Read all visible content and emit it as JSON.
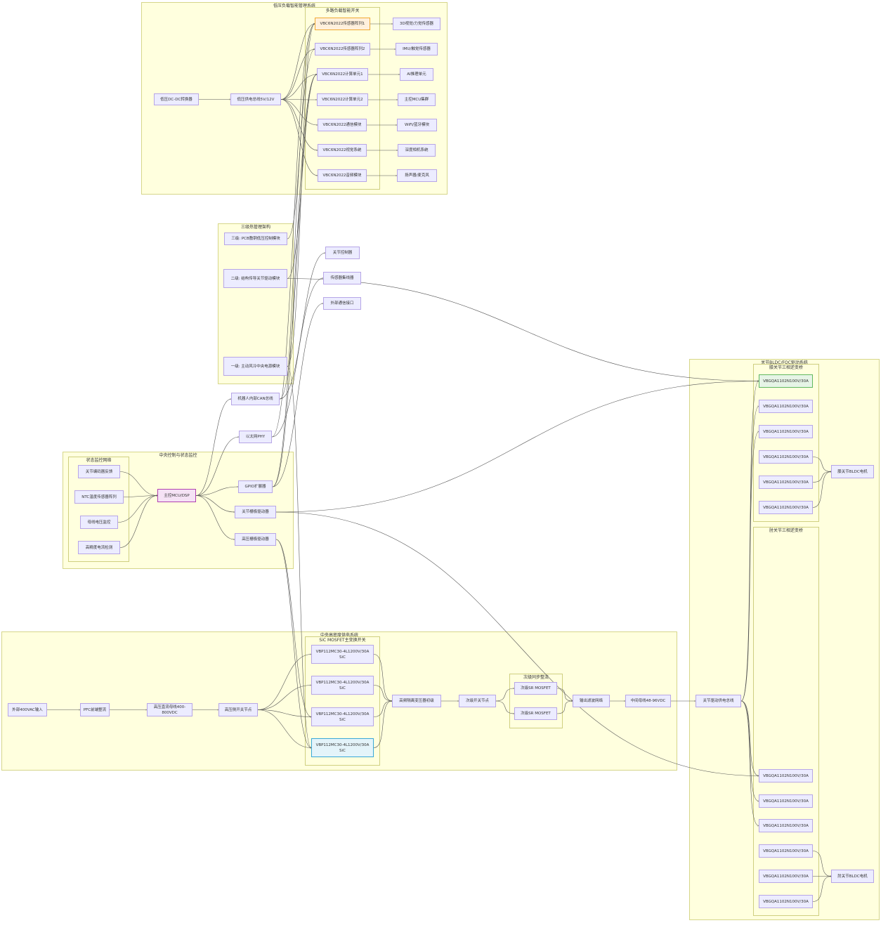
{
  "low_voltage": {
    "title": "低压负载智能管理系统",
    "switch_group_title": "多路负载智能开关",
    "dcdc": "低压DC-DC转换器",
    "bus": "低压供电总线5V/12V",
    "switches": [
      "VBC6N2022传感器阵列1",
      "VBC6N2022传感器阵列2",
      "VBC6N2022计算单元1",
      "VBC6N2022计算单元2",
      "VBC6N2022通信模块",
      "VBC6N2022视觉系统",
      "VBC6N2022音频模块"
    ],
    "loads": [
      "3D视觉/力觉传感器",
      "IMU/触觉传感器",
      "AI推理单元",
      "主控MCU集群",
      "WiFi/蓝牙模块",
      "深度相机系统",
      "扬声器/麦克风"
    ]
  },
  "thermal": {
    "title": "三级热管理架构",
    "levels": [
      "三级: PCB敷铜低压控制模块",
      "二级: 结构传导关节驱动模块",
      "一级: 主动风冷中央电源模块"
    ]
  },
  "comms": {
    "joint_controller": "关节控制器",
    "sensor_hub": "传感器集线器",
    "external_comm": "外部通信接口",
    "can_bus": "机器人内部CAN总线",
    "ethernet": "以太网PHY"
  },
  "control": {
    "title": "中央控制与状态监控",
    "monitor_title": "状态监控网络",
    "monitors": [
      "关节编码器反馈",
      "NTC温度传感器阵列",
      "母线电压监控",
      "高精度电流检测"
    ],
    "mcu": "主控MCU/DSP",
    "gpio": "GPIO扩展器",
    "joint_gate": "关节栅极驱动器",
    "hv_gate": "高压栅极驱动器"
  },
  "power": {
    "title": "中央高密度供电系统",
    "sic_title": "SiC MOSFET主变换开关",
    "input": "外部400VAC输入",
    "pfc": "PFC前端整流",
    "hv_bus": "高压直流母线400-800VDC",
    "hv_switch": "高压侧开关节点",
    "sic_devices": [
      "VBP112MC30-4L1200V/30A\nSiC",
      "VBP112MC30-4L1200V/30A\nSiC",
      "VBP112MC30-4L1200V/30A\nSiC",
      "VBP112MC30-4L1200V/30A\nSiC"
    ],
    "transformer": "高频隔离变压器初级",
    "secondary_node": "次级开关节点",
    "sr_title": "次级同步整流",
    "sr": [
      "次级SR MOSFET",
      "次级SR MOSFET"
    ],
    "filter": "输出滤波网络",
    "mid_bus": "中间母线48-96VDC",
    "joint_bus": "关节驱动供电总线"
  },
  "joint_drive": {
    "title": "关节BLDC/FOC驱动系统",
    "knee_title": "膝关节三相逆变桥",
    "knee_mosfets": [
      "VBGQA1102N100V/30A",
      "VBGQA1102N100V/30A",
      "VBGQA1102N100V/30A",
      "VBGQA1102N100V/30A",
      "VBGQA1102N100V/30A",
      "VBGQA1102N100V/30A"
    ],
    "knee_motor": "膝关节BLDC电机",
    "elbow_title": "肘关节三相逆变桥",
    "elbow_mosfets": [
      "VBGQA1102N100V/30A",
      "VBGQA1102N100V/30A",
      "VBGQA1102N100V/30A",
      "VBGQA1102N100V/30A",
      "VBGQA1102N100V/30A",
      "VBGQA1102N100V/30A"
    ],
    "elbow_motor": "肘关节BLDC电机"
  }
}
